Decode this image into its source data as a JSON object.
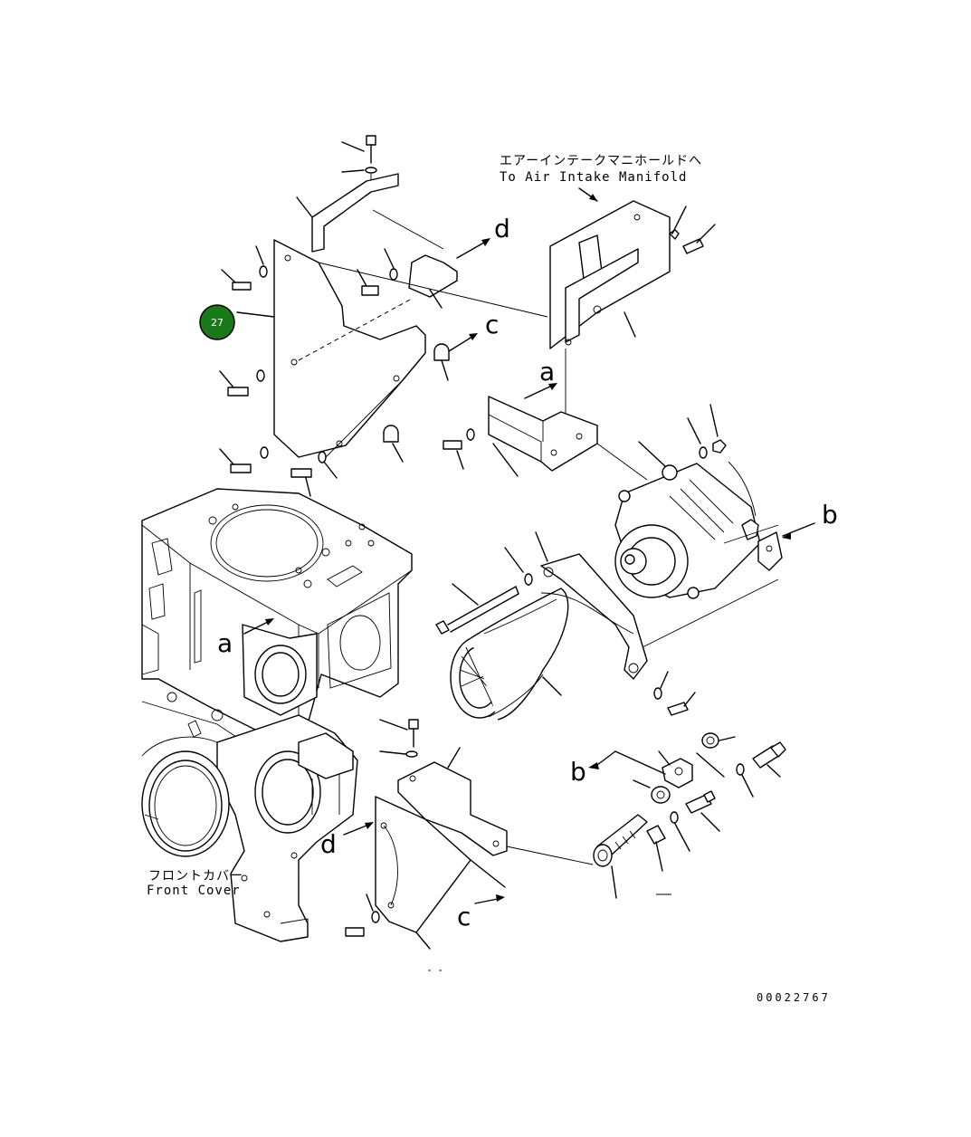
{
  "annotations": {
    "air_intake_jp": "エアーインテークマニホールドへ",
    "air_intake_en": "To Air Intake Manifold",
    "front_cover_jp": "フロントカバー",
    "front_cover_en": "Front Cover"
  },
  "connectors": {
    "a": "a",
    "b": "b",
    "c": "c",
    "d": "d"
  },
  "part_callout": {
    "number": "27",
    "color": "#1a7a1a"
  },
  "drawing_code": "00022767"
}
